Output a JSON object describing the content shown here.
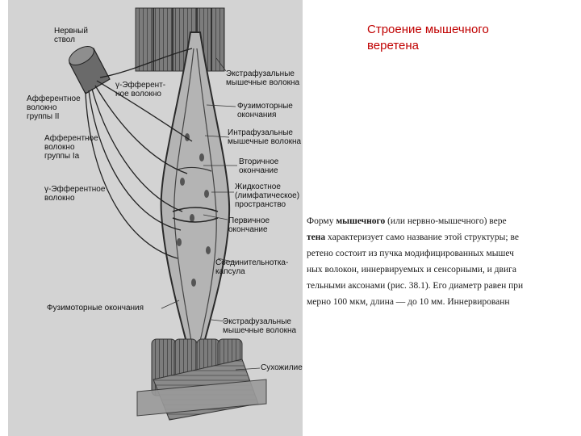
{
  "slide": {
    "title": "Строение мышечного\nверетена"
  },
  "diagram": {
    "labels": {
      "nerve_trunk": "Нервный\nствол",
      "gamma_efferent_top": "γ-Эфферент-\nное волокно",
      "afferent_ii": "Афферентное\nволокно\nгруппы II",
      "afferent_ia": "Афферентное\nволокно\nгруппы Ia",
      "gamma_efferent_left": "γ-Эфферентное\nволокно",
      "extrafusal_top": "Экстрафузальные\nмышечные волокна",
      "fusimotor_endings_right": "Фузимоторные\nокончания",
      "intrafusal": "Интрафузальные\nмышечные волокна",
      "secondary_ending": "Вторичное\nокончание",
      "lymph_space": "Жидкостное\n(лимфатическое)\nпространство",
      "primary_ending": "Первичное\nокончание",
      "capsule": "Соединительнотка-\nкапсула",
      "fusimotor_endings_left": "Фузимоторные окончания",
      "extrafusal_bottom": "Экстрафузальные\nмышечные волокна",
      "tendon": "Сухожилие"
    }
  },
  "text_block": {
    "lines": [
      {
        "pre": "Форму ",
        "bold": "мышечного",
        "post": " (или нервно-мышечного) вере"
      },
      {
        "pre": "",
        "bold": "тена",
        "post": " характеризует само название этой структуры; ве"
      },
      {
        "pre": "ретено состоит из пучка модифицированных мышеч",
        "bold": "",
        "post": ""
      },
      {
        "pre": "ных волокон, иннервируемых и сенсорными, и двига",
        "bold": "",
        "post": ""
      },
      {
        "pre": "тельными аксонами (рис. 38.1). Его диаметр равен при",
        "bold": "",
        "post": ""
      },
      {
        "pre": "мерно 100 мкм, длина — до 10 мм. Иннервированн",
        "bold": "",
        "post": ""
      }
    ]
  }
}
